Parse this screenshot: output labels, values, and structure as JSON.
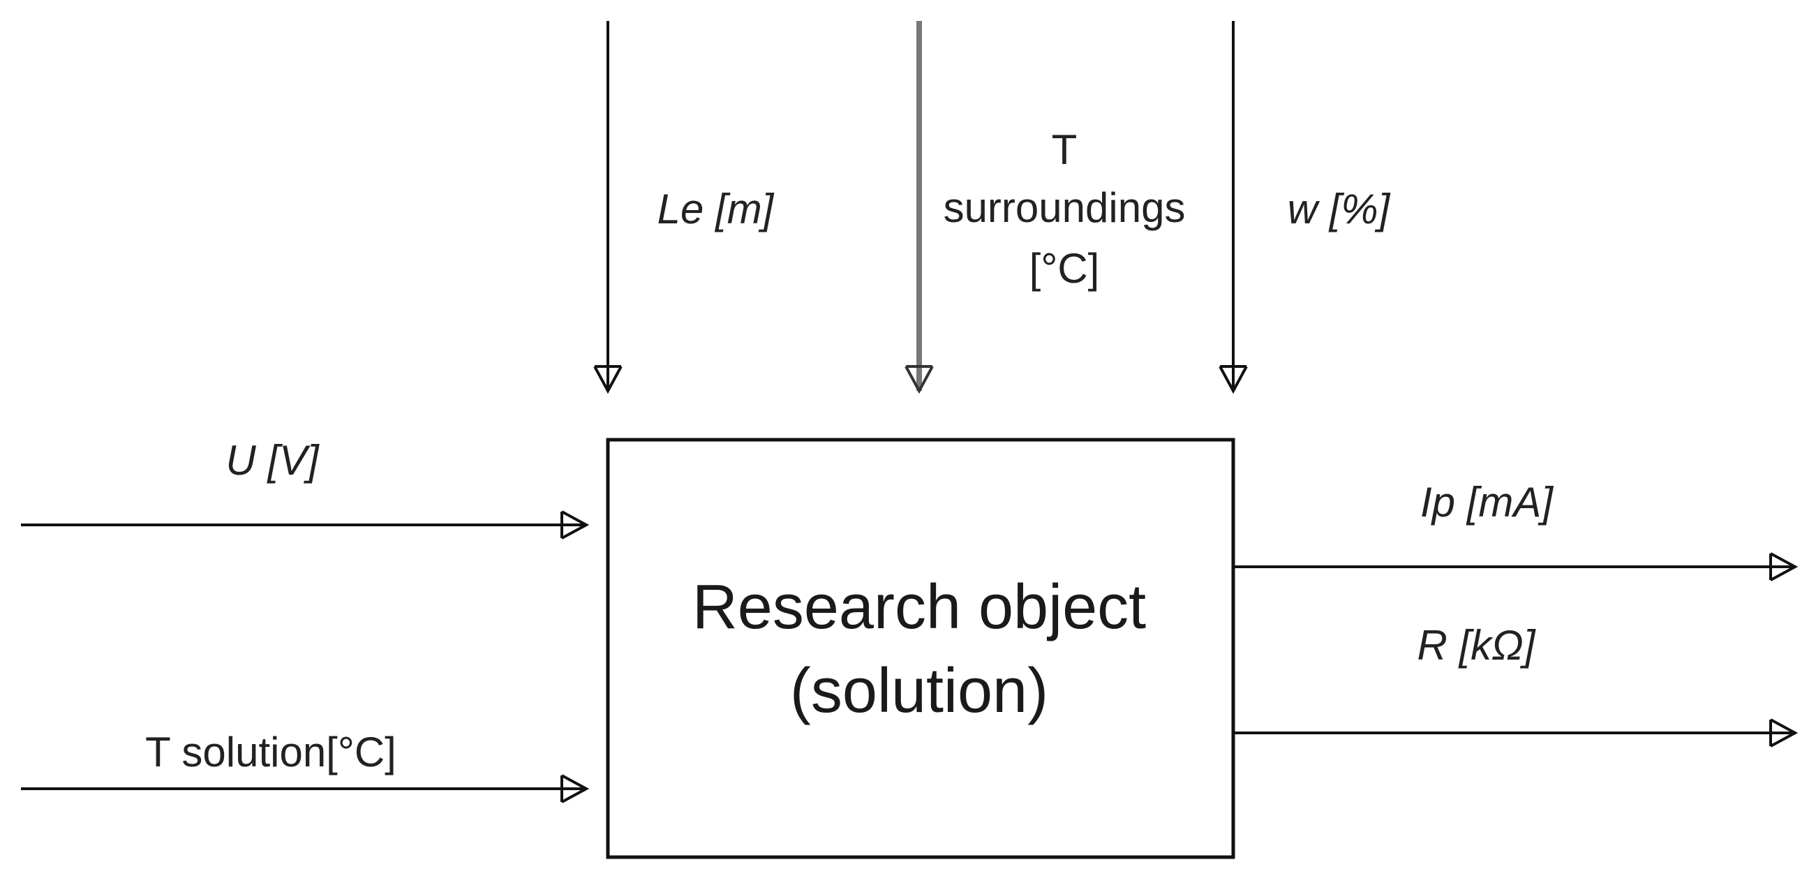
{
  "box": {
    "line1": "Research object",
    "line2": "(solution)"
  },
  "inputs": {
    "voltage": "U [V]",
    "t_solution": "T solution[°C]"
  },
  "disturbances": {
    "le": "Le [m]",
    "t_surroundings_line1": "T",
    "t_surroundings_line2": "surroundings",
    "t_surroundings_line3": "[°C]",
    "w": "w [%]"
  },
  "outputs": {
    "ip": "Ip [mA]",
    "r": "R [kΩ]"
  },
  "colors": {
    "line": "#111111",
    "center_arrow": "#777777",
    "text": "#222222"
  }
}
